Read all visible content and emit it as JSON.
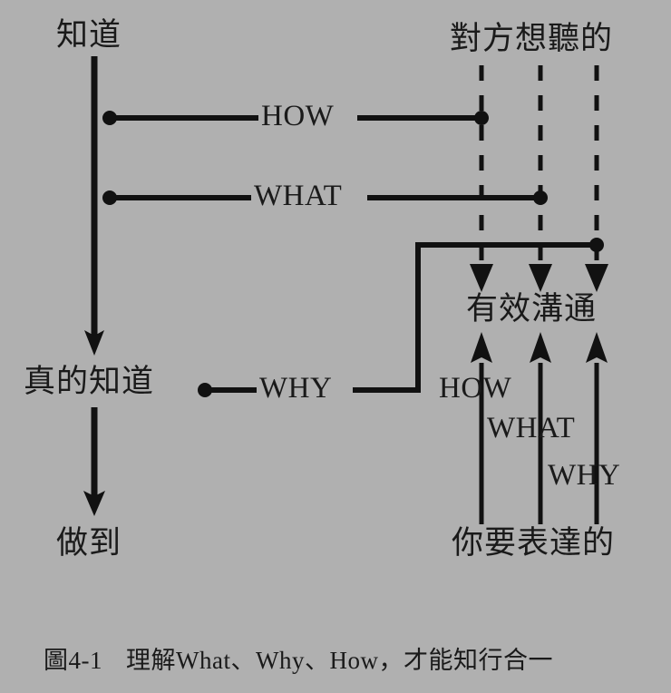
{
  "figure": {
    "background_color": "#b0b0b0",
    "ink_color": "#111111",
    "caption": {
      "number": "圖4-1",
      "text_part1": "理解",
      "text_latin1": "What",
      "sep1": "、",
      "text_latin2": "Why",
      "sep2": "、",
      "text_latin3": "How",
      "comma": "，",
      "text_part2": "才能知行合一"
    }
  },
  "nodes": {
    "know": "知道",
    "really_know": "真的知道",
    "do_it": "做到",
    "what_audience_wants": "對方想聽的",
    "effective_communication": "有效溝通",
    "what_you_want_to_express": "你要表達的"
  },
  "left_branch_labels": {
    "how": "HOW",
    "what": "WHAT",
    "why": "WHY"
  },
  "bottom_branch_labels": {
    "how": "HOW",
    "what": "WHAT",
    "why": "WHY"
  },
  "diagram_structure": {
    "vertical_chain": [
      "知道",
      "真的知道",
      "做到"
    ],
    "branches_from_know": [
      "HOW",
      "WHAT"
    ],
    "branch_from_really_know": [
      "WHY"
    ],
    "dashed_columns": 3,
    "down_arrows_into": "有效溝通",
    "up_arrows_from": "你要表達的"
  }
}
